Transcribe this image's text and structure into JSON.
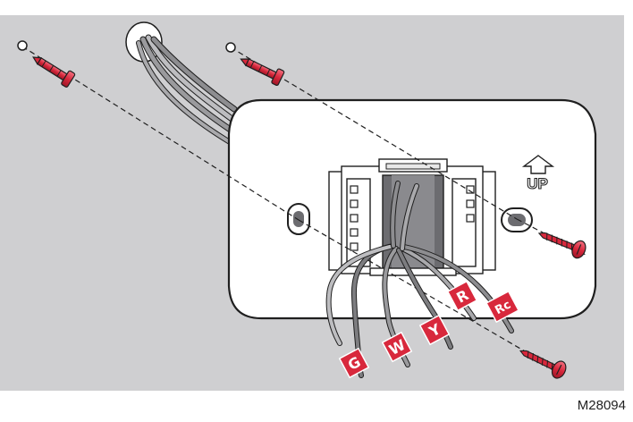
{
  "figure": {
    "id_code": "M28094",
    "up_label": "UP",
    "wire_labels": {
      "g": "G",
      "w": "W",
      "y": "Y",
      "r": "R",
      "rc": "Rc"
    },
    "colors": {
      "background": "#cfcfd1",
      "plate": "#ffffff",
      "anchor": "#d8283c",
      "label_tag": "#d8283c",
      "wire": "#7d7d80",
      "outline": "#1f1f1f"
    }
  }
}
